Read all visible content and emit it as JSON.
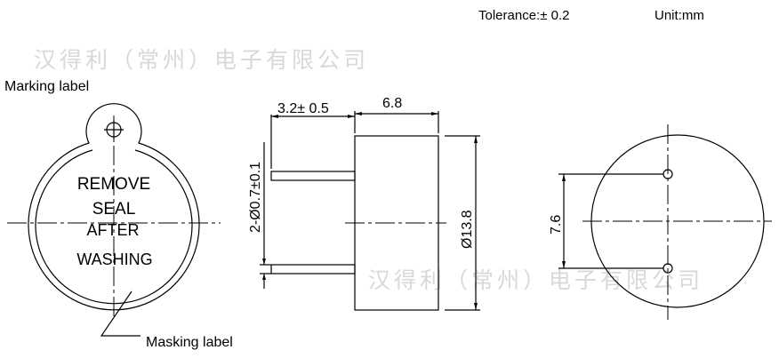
{
  "header": {
    "tolerance": "Tolerance:± 0.2",
    "unit": "Unit:mm"
  },
  "watermark": "汉得利（常州）电子有限公司",
  "front_view": {
    "marking_label": "Marking label",
    "masking_label": "Masking label",
    "seal_text": [
      "REMOVE",
      "SEAL",
      "AFTER",
      "WASHING"
    ]
  },
  "side_view": {
    "pin_length": "3.2± 0.5",
    "body_height": "6.8",
    "diameter": "Ø13.8",
    "pin_diameter": "2-Ø0.7±0.1"
  },
  "bottom_view": {
    "pin_spacing": "7.6"
  }
}
